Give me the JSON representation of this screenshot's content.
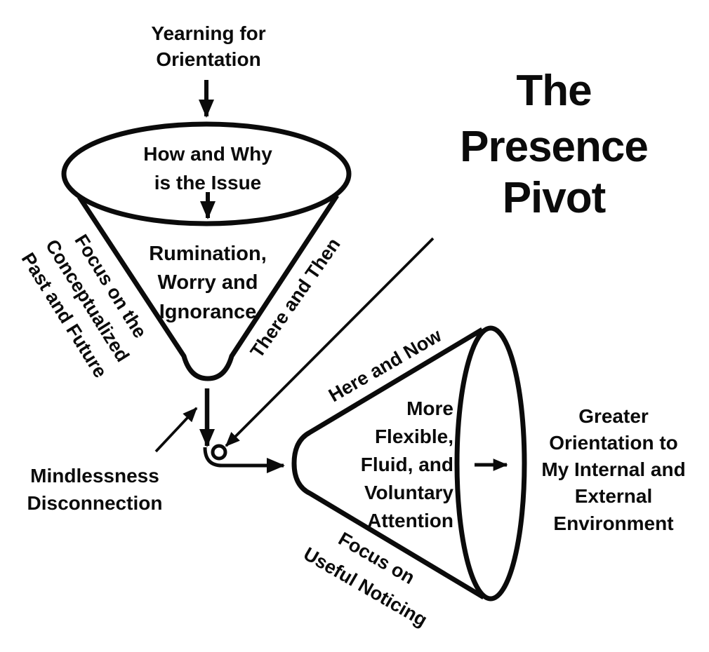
{
  "title": {
    "lines": [
      "The",
      "Presence",
      "Pivot"
    ]
  },
  "top_label": {
    "lines": [
      "Yearning for",
      "Orientation"
    ]
  },
  "left_funnel": {
    "opening_label": {
      "lines": [
        "How and Why",
        "is the Issue"
      ]
    },
    "body_label": {
      "lines": [
        "Rumination,",
        "Worry and",
        "Ignorance"
      ]
    },
    "left_side_label": {
      "lines": [
        "Focus on the",
        "Conceptualized",
        "Past and Future"
      ]
    },
    "right_side_label": "There and Then"
  },
  "pivot_label": {
    "lines": [
      "Mindlessness",
      "Disconnection"
    ]
  },
  "right_funnel": {
    "top_side_label": "Here and Now",
    "body_label": {
      "lines": [
        "More",
        "Flexible,",
        "Fluid, and",
        "Voluntary",
        "Attention"
      ]
    },
    "bottom_side_label": {
      "lines": [
        "Focus on",
        "Useful Noticing"
      ]
    },
    "outcome_label": {
      "lines": [
        "Greater",
        "Orientation to",
        "My Internal and",
        "External",
        "Environment"
      ]
    }
  },
  "colors": {
    "ink": "#0b0b0b",
    "background": "#ffffff"
  }
}
